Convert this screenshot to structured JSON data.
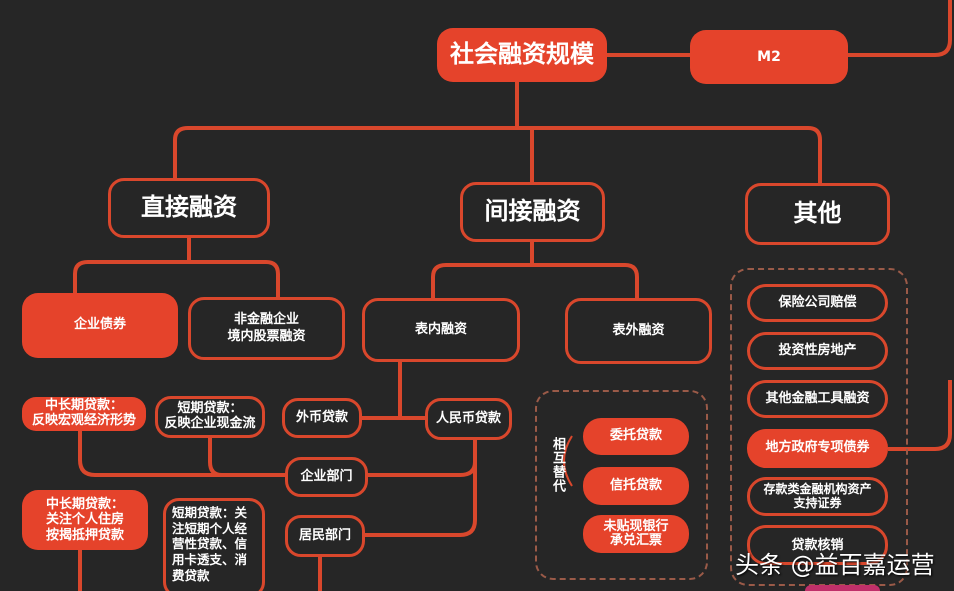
{
  "colors": {
    "background": "#262626",
    "accent": "#e5432b",
    "line": "#d9472c"
  },
  "root": "社会融资规模",
  "m2": "M2",
  "level1": [
    "直接融资",
    "间接融资",
    "其他"
  ],
  "direct": {
    "bond": "企业债券",
    "equity": "非金融企业\n境内股票融资"
  },
  "indirect": {
    "on": "表内融资",
    "off": "表外融资"
  },
  "loans": {
    "foreign": "外币贷款",
    "rmb": "人民币贷款",
    "corp_long": "中长期贷款：\n反映宏观经济形势",
    "corp_short": "短期贷款：\n反映企业现金流",
    "corp": "企业部门",
    "house": "居民部门",
    "house_long": "中长期贷款：\n关注个人住房\n按揭抵押贷款",
    "house_short": "短期贷款：关注短期个人经营性贷款、信用卡透支、消费贷款"
  },
  "offsheet": {
    "items": [
      "委托贷款",
      "信托贷款",
      "未贴现银行\n承兑汇票"
    ],
    "note": "相互替代"
  },
  "other": {
    "items": [
      "保险公司赔偿",
      "投资性房地产",
      "其他金融工具融资",
      "地方政府专项债券",
      "存款类金融机构资产\n支持证券",
      "贷款核销"
    ]
  },
  "watermark": "头条 @益百嘉运营"
}
